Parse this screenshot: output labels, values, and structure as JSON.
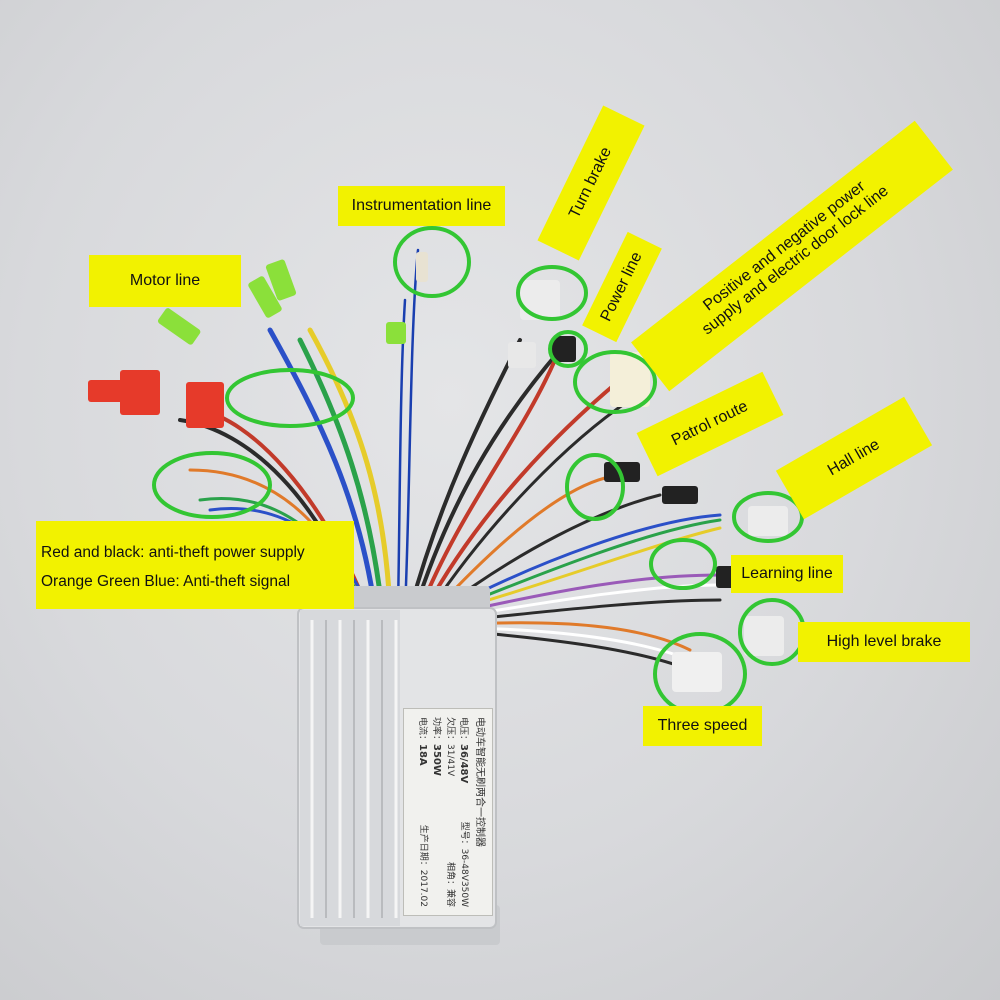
{
  "labels": {
    "motor_line": "Motor line",
    "instrumentation_line": "Instrumentation line",
    "turn_brake": "Turn brake",
    "power_line": "Power line",
    "door_lock_line1": "Positive and negative power",
    "door_lock_line2": "supply and electric door lock line",
    "patrol_route": "Patrol route",
    "hall_line": "Hall line",
    "learning_line": "Learning line",
    "high_level_brake": "High level brake",
    "three_speed": "Three speed",
    "antitheft_power": "Red and black: anti-theft power supply",
    "antitheft_signal": "Orange Green Blue: Anti-theft signal"
  },
  "sticker": {
    "title": "电动车智能无刷两合一控制器",
    "voltage_label": "电压：",
    "voltage": "36/48V",
    "model_label": "型号：",
    "model": "36-48V350W",
    "undervoltage_label": "欠压：",
    "undervoltage": "31/41V",
    "power_label": "功率：",
    "power": "350W",
    "phase_label": "相角：",
    "phase": "兼容",
    "current_label": "电流：",
    "current": "18A",
    "date_label": "生产日期：",
    "date": "2017.02"
  },
  "colors": {
    "label_fill": "#f2f200",
    "circle_stroke": "#33c633",
    "housing": "#e3e4e6"
  }
}
